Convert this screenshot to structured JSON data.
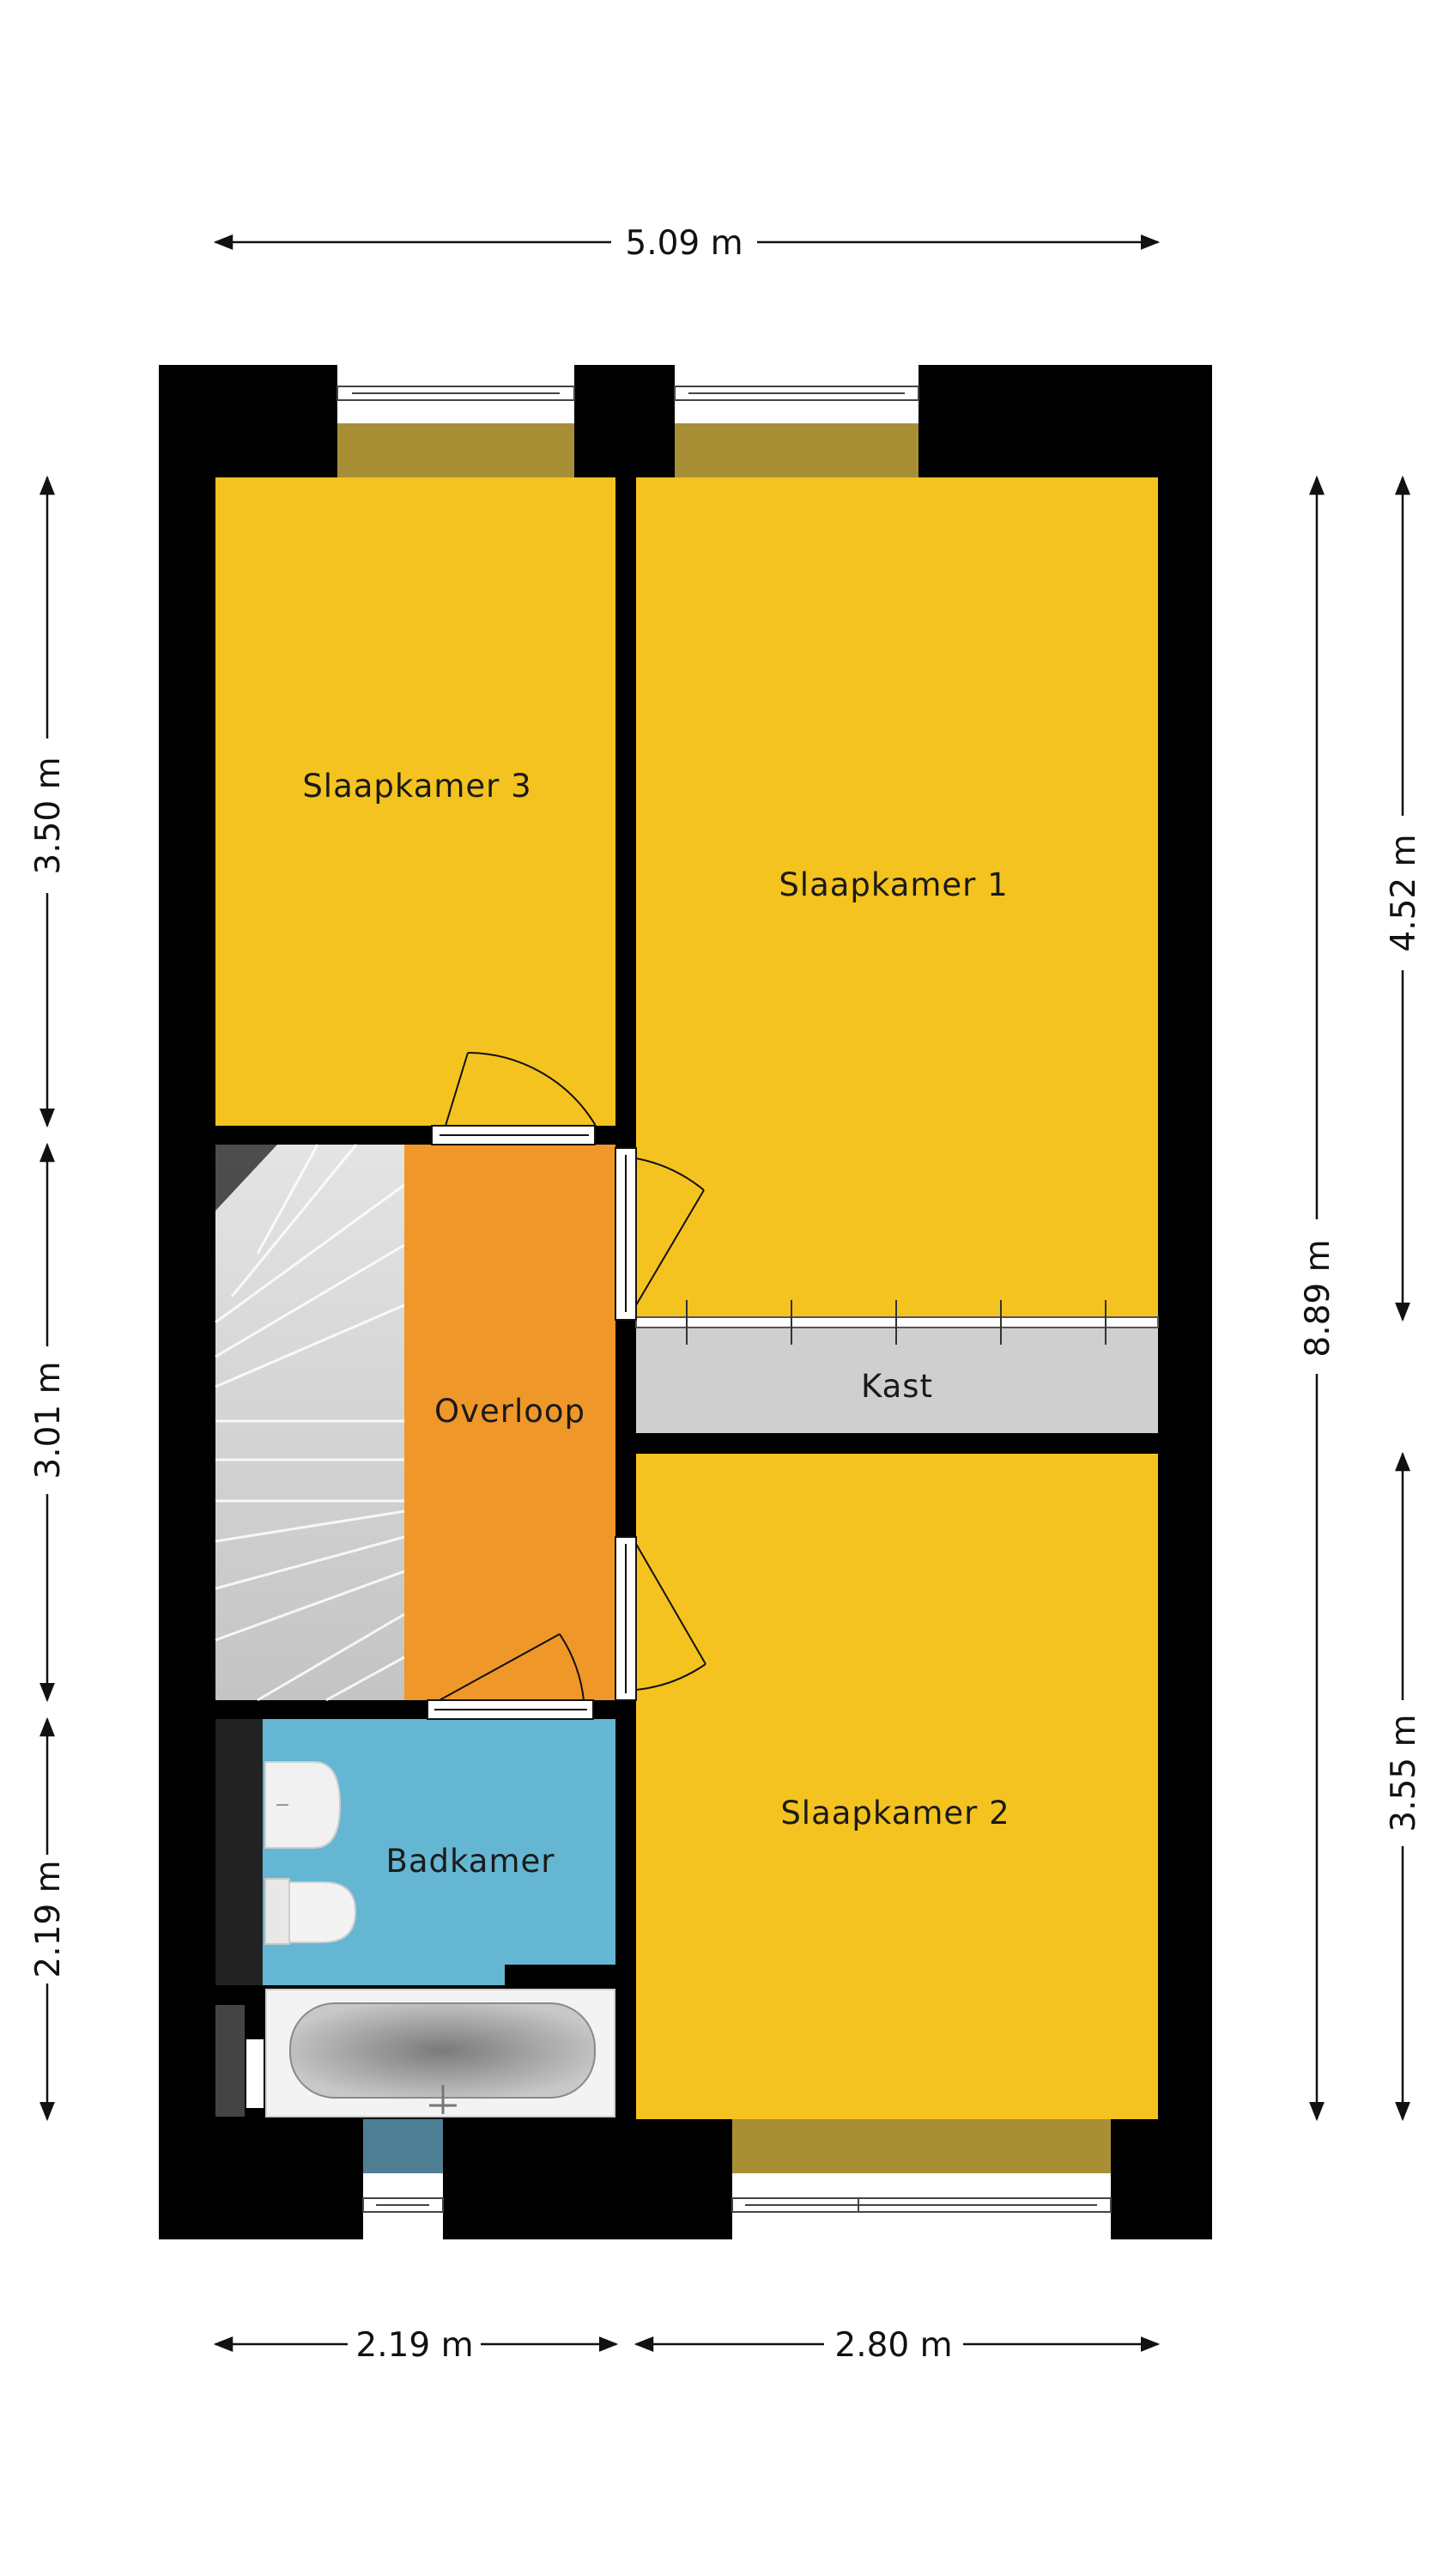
{
  "rooms": {
    "slaapkamer3": "Slaapkamer 3",
    "slaapkamer1": "Slaapkamer 1",
    "overloop": "Overloop",
    "kast": "Kast",
    "slaapkamer2": "Slaapkamer 2",
    "badkamer": "Badkamer"
  },
  "dimensions": {
    "top_width": "5.09 m",
    "bottom_left": "2.19 m",
    "bottom_right": "2.80 m",
    "left_top": "3.50 m",
    "left_middle": "3.01 m",
    "left_bottom": "2.19 m",
    "right_total": "8.89 m",
    "right_top": "4.52 m",
    "right_bottom": "3.55 m"
  },
  "colors": {
    "bedroom": "#f4c31f",
    "landing": "#f0972a",
    "bathroom": "#64b6d3",
    "closet": "#cfcfcf",
    "wall": "#000000",
    "window_sill": "#a88f36"
  }
}
